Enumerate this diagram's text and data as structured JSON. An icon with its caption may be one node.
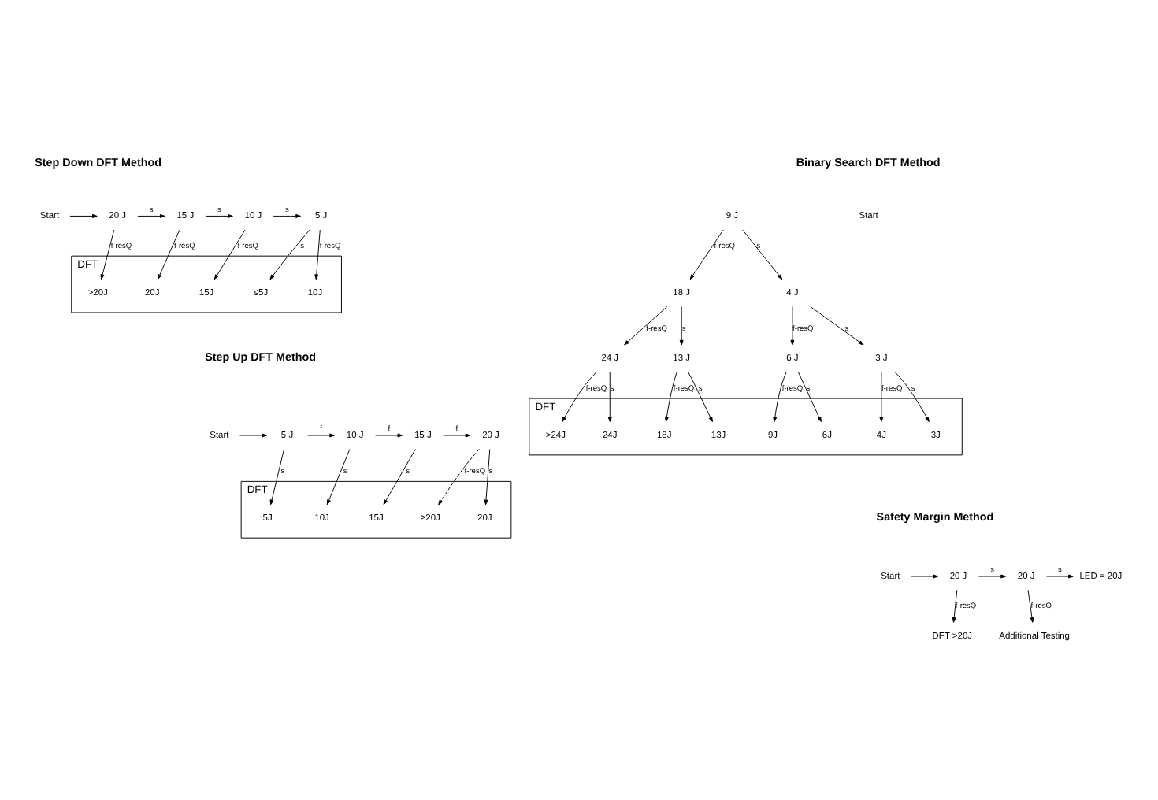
{
  "diagram": {
    "nodes": [
      {
        "text": [
          "Start"
        ]
      },
      {
        "text": [
          "20 J"
        ]
      },
      {
        "text": [
          "15 J"
        ]
      },
      {
        "text": [
          "10 J"
        ]
      },
      {
        "text": [
          "5 J"
        ]
      },
      {
        "text": [
          "DFT"
        ]
      },
      {
        "text": [
          ">20J"
        ],
        "in": 5
      },
      {
        "text": [
          "20J"
        ],
        "in": 5
      },
      {
        "text": [
          "15J"
        ],
        "in": 5
      },
      {
        "text": [
          "10J"
        ],
        "in": 5
      },
      {
        "text": [
          "≤5J"
        ],
        "in": 5
      },
      {
        "text": [
          "Start"
        ]
      },
      {
        "text": [
          "9 J"
        ]
      },
      {
        "text": [
          "18 J"
        ]
      },
      {
        "text": [
          "24 J"
        ]
      },
      {
        "text": [
          "13 J"
        ]
      },
      {
        "text": [
          "4 J"
        ]
      },
      {
        "text": [
          "6 J"
        ]
      },
      {
        "text": [
          "3 J"
        ]
      },
      {
        "text": [
          "DFT"
        ]
      },
      {
        "text": [
          ">24J"
        ],
        "in": 19
      },
      {
        "text": [
          "24J"
        ],
        "in": 19
      },
      {
        "text": [
          "18J"
        ],
        "in": 19
      },
      {
        "text": [
          "13J"
        ],
        "in": 19
      },
      {
        "text": [
          "9J"
        ],
        "in": 19
      },
      {
        "text": [
          "6J"
        ],
        "in": 19
      },
      {
        "text": [
          "4J"
        ],
        "in": 19
      },
      {
        "text": [
          "3J"
        ],
        "in": 19
      },
      {
        "text": [
          "Start"
        ]
      },
      {
        "text": [
          "5 J"
        ]
      },
      {
        "text": [
          "10 J"
        ]
      },
      {
        "text": [
          "15 J"
        ]
      },
      {
        "text": [
          "20 J"
        ]
      },
      {
        "text": [
          "DFT"
        ]
      },
      {
        "text": [
          "5J"
        ],
        "in": 33
      },
      {
        "text": [
          "10J"
        ],
        "in": 33
      },
      {
        "text": [
          "15J"
        ],
        "in": 33
      },
      {
        "text": [
          "20J"
        ],
        "in": 33
      },
      {
        "text": [
          "≥20J"
        ],
        "in": 33
      },
      {
        "text": [
          "Start"
        ]
      },
      {
        "text": [
          "20 J"
        ]
      },
      {
        "text": [
          "20 J"
        ]
      },
      {
        "text": [
          "LED = 20J"
        ]
      },
      {
        "text": [
          "DFT >20J"
        ]
      },
      {
        "text": [
          "Additional Testing"
        ]
      }
    ],
    "edges": [
      {
        "from": 0,
        "to": 1,
        "arrow": "to"
      },
      {
        "from": 1,
        "to": 2,
        "arrow": "to",
        "label": "s"
      },
      {
        "from": 2,
        "to": 3,
        "arrow": "to",
        "label": "s"
      },
      {
        "from": 3,
        "to": 4,
        "arrow": "to",
        "label": "s"
      },
      {
        "from": 4,
        "to": 10,
        "arrow": "to",
        "label": "s"
      },
      {
        "from": 1,
        "to": 6,
        "arrow": "to",
        "label": "f-resQ"
      },
      {
        "from": 2,
        "to": 7,
        "arrow": "to",
        "label": "f-resQ"
      },
      {
        "from": 3,
        "to": 8,
        "arrow": "to",
        "label": "f-resQ"
      },
      {
        "from": 4,
        "to": 9,
        "arrow": "to",
        "label": "f-resQ"
      },
      {
        "from": 12,
        "to": 13,
        "arrow": "to",
        "label": "f-resQ"
      },
      {
        "from": 12,
        "to": 16,
        "arrow": "to",
        "label": "s"
      },
      {
        "from": 13,
        "to": 14,
        "arrow": "to",
        "label": "f-resQ"
      },
      {
        "from": 13,
        "to": 15,
        "arrow": "to",
        "label": "s"
      },
      {
        "from": 14,
        "to": 20,
        "arrow": "to",
        "label": "f-resQ"
      },
      {
        "from": 14,
        "to": 21,
        "arrow": "to",
        "label": "s"
      },
      {
        "from": 15,
        "to": 22,
        "arrow": "to",
        "label": "f-resQ"
      },
      {
        "from": 15,
        "to": 23,
        "arrow": "to",
        "label": "s"
      },
      {
        "from": 16,
        "to": 17,
        "arrow": "to",
        "label": "f-resQ"
      },
      {
        "from": 16,
        "to": 18,
        "arrow": "to",
        "label": "s"
      },
      {
        "from": 17,
        "to": 24,
        "arrow": "to",
        "label": "f-resQ"
      },
      {
        "from": 17,
        "to": 25,
        "arrow": "to",
        "label": "s"
      },
      {
        "from": 18,
        "to": 26,
        "arrow": "to",
        "label": "f-resQ"
      },
      {
        "from": 18,
        "to": 27,
        "arrow": "to",
        "label": "s"
      },
      {
        "from": 28,
        "to": 29,
        "arrow": "to"
      },
      {
        "from": 29,
        "to": 30,
        "arrow": "to",
        "label": "f"
      },
      {
        "from": 30,
        "to": 31,
        "arrow": "to",
        "label": "f"
      },
      {
        "from": 31,
        "to": 32,
        "arrow": "to",
        "label": "f"
      },
      {
        "from": 32,
        "to": 38,
        "arrow": "to",
        "label": "f-resQ",
        "style": "dashed"
      },
      {
        "from": 29,
        "to": 34,
        "arrow": "to",
        "label": "s"
      },
      {
        "from": 30,
        "to": 35,
        "arrow": "to",
        "label": "s"
      },
      {
        "from": 31,
        "to": 36,
        "arrow": "to",
        "label": "s"
      },
      {
        "from": 32,
        "to": 37,
        "arrow": "to",
        "label": "s"
      },
      {
        "from": 39,
        "to": 40,
        "arrow": "to"
      },
      {
        "from": 40,
        "to": 41,
        "arrow": "to",
        "label": "s"
      },
      {
        "from": 41,
        "to": 42,
        "arrow": "to",
        "label": "s"
      },
      {
        "from": 40,
        "to": 43,
        "arrow": "to",
        "label": "f-resQ"
      },
      {
        "from": 41,
        "to": 44,
        "arrow": "to",
        "label": "f-resQ"
      }
    ],
    "labels": [
      "Step Down DFT Method",
      "Binary Search DFT Method",
      "Step Up DFT Method",
      "Safety Margin Method"
    ]
  }
}
